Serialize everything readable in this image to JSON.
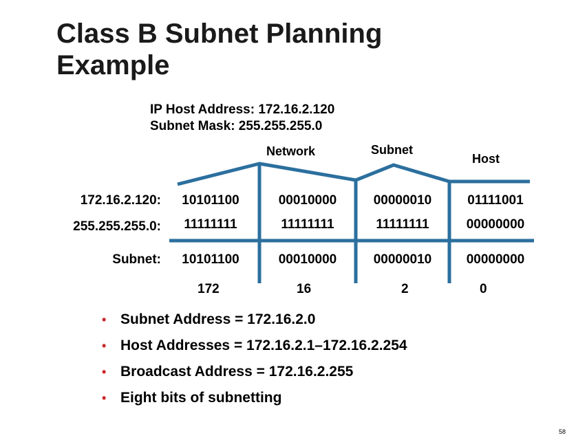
{
  "title_line1": "Class B Subnet Planning",
  "title_line2": "Example",
  "ip_host_address": "IP Host Address:  172.16.2.120",
  "subnet_mask": "Subnet Mask:  255.255.255.0",
  "headers": {
    "network": "Network",
    "subnet": "Subnet",
    "host": "Host"
  },
  "rows": {
    "ip": {
      "label": "172.16.2.120:",
      "octets": [
        "10101100",
        "00010000",
        "00000010",
        "01111001"
      ]
    },
    "mask": {
      "label": "255.255.255.0:",
      "octets": [
        "11111111",
        "11111111",
        "11111111",
        "00000000"
      ]
    },
    "subnet": {
      "label": "Subnet:",
      "octets": [
        "10101100",
        "00010000",
        "00000010",
        "00000000"
      ]
    }
  },
  "decimals": [
    "172",
    "16",
    "2",
    "0"
  ],
  "bullets": [
    "Subnet Address = 172.16.2.0",
    "Host Addresses = 172.16.2.1–172.16.2.254",
    "Broadcast Address = 172.16.2.255",
    "Eight bits of subnetting"
  ],
  "page_number": "58",
  "colors": {
    "line": "#2b6f9e",
    "bullet": "#cc2a2a",
    "text": "#000000"
  }
}
